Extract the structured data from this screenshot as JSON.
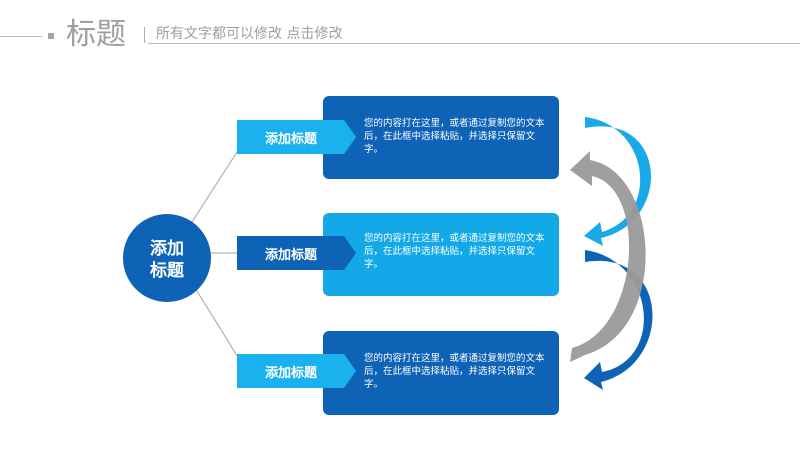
{
  "header": {
    "title": "标题",
    "subtitle": "所有文字都可以修改  点击修改"
  },
  "diagram": {
    "center_label": "添加\n标题",
    "items": [
      {
        "tag": "添加标题",
        "text": "您的内容打在这里，或者通过复制您的文本后，在此框中选择粘贴，并选择只保留文字。"
      },
      {
        "tag": "添加标题",
        "text": "您的内容打在这里，或者通过复制您的文本后，在此框中选择粘贴，并选择只保留文字。"
      },
      {
        "tag": "添加标题",
        "text": "您的内容打在这里，或者通过复制您的文本后，在此框中选择粘贴，并选择只保留文字。"
      }
    ]
  },
  "colors": {
    "dark_blue": "#0e63b6",
    "light_blue": "#13a9e8",
    "tag_blue_light": "#19b2ee",
    "gray_arrow": "#9a9a9a",
    "header_gray": "#9e9e9e"
  }
}
